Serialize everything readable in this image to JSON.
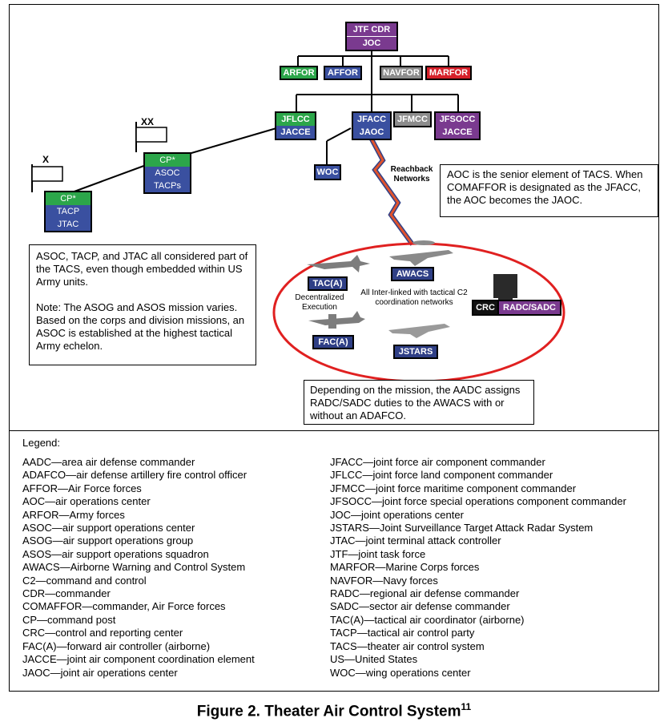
{
  "org": {
    "jtf_cdr": "JTF CDR",
    "joc": "JOC",
    "arfor": "ARFOR",
    "affor": "AFFOR",
    "navfor": "NAVFOR",
    "marfor": "MARFOR",
    "jflcc": "JFLCC",
    "jacce_1": "JACCE",
    "jfacc": "JFACC",
    "jaoc": "JAOC",
    "jfmcc": "JFMCC",
    "jfsocc": "JFSOCC",
    "jacce_2": "JACCE",
    "woc": "WOC",
    "reachback": "Reachback Networks",
    "cp_corps": "CP*",
    "asoc": "ASOC",
    "tacps": "TACPs",
    "cp_div": "CP*",
    "tacp": "TACP",
    "jtac": "JTAC",
    "echelon_corps": "XX",
    "echelon_div": "X"
  },
  "network": {
    "tac_a": "TAC(A)",
    "awacs": "AWACS",
    "fac_a": "FAC(A)",
    "jstars": "JSTARS",
    "crc": "CRC",
    "radc_sadc": "RADC/SADC",
    "decentralized": "Decentralized Execution",
    "interlinked": "All Inter-linked with tactical C2 coordination networks"
  },
  "notes": {
    "aoc": "AOC is the senior element of TACS. When COMAFFOR is designated as the JFACC, the AOC becomes the JAOC.",
    "asoc_1": "ASOC, TACP, and JTAC all considered part of the TACS, even though embedded within US Army units.",
    "asoc_2": "Note: The ASOG and ASOS mission varies. Based on the corps and division missions, an ASOC is established at the highest tactical Army echelon.",
    "aadc": "Depending on the mission, the AADC assigns RADC/SADC duties to the AWACS with or without an ADAFCO."
  },
  "legend": {
    "title": "Legend:",
    "left": [
      "AADC—area air defense commander",
      "ADAFCO—air defense artillery fire control officer",
      "AFFOR—Air Force forces",
      "AOC—air operations center",
      "ARFOR—Army forces",
      "ASOC—air support operations center",
      "ASOG—air support operations group",
      "ASOS—air support operations squadron",
      "AWACS—Airborne Warning and Control System",
      "C2—command and control",
      "CDR—commander",
      "COMAFFOR—commander, Air Force forces",
      "CP—command post",
      "CRC—control and reporting center",
      "FAC(A)—forward air controller (airborne)",
      "JACCE—joint air component coordination element",
      "JAOC—joint air operations center"
    ],
    "right": [
      "JFACC—joint force air component commander",
      "JFLCC—joint force land component commander",
      "JFMCC—joint force maritime component commander",
      "JFSOCC—joint force special operations component commander",
      "JOC—joint operations center",
      "JSTARS—Joint Surveillance Target Attack Radar System",
      "JTAC—joint terminal attack controller",
      "JTF—joint task force",
      "MARFOR—Marine Corps forces",
      "NAVFOR—Navy forces",
      "RADC—regional air defense commander",
      "SADC—sector air defense commander",
      "TAC(A)—tactical air coordinator (airborne)",
      "TACP—tactical air control party",
      "TACS—theater air control system",
      "US—United States",
      "WOC—wing operations center"
    ]
  },
  "caption": {
    "text": "Figure 2. Theater Air Control System",
    "footnote": "11"
  }
}
